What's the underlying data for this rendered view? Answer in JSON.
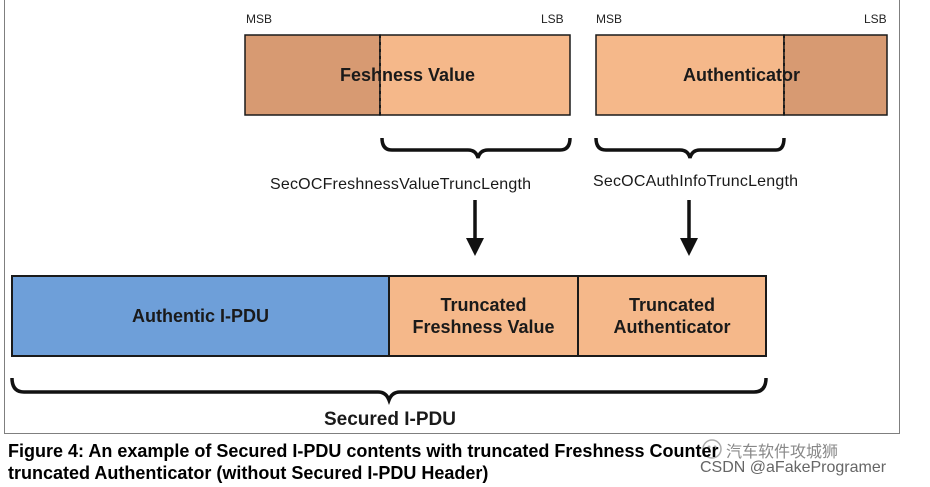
{
  "top": {
    "msb_label": "MSB",
    "lsb_label": "LSB",
    "freshness_value": "Feshness Value",
    "authenticator": "Authenticator",
    "freshness_trunc_length": "SecOCFreshnessValueTruncLength",
    "auth_trunc_length": "SecOCAuthInfoTruncLength"
  },
  "bottom": {
    "authentic_ipdu": "Authentic I-PDU",
    "truncated_freshness_line1": "Truncated",
    "truncated_freshness_line2": "Freshness Value",
    "truncated_auth_line1": "Truncated",
    "truncated_auth_line2": "Authenticator",
    "secured_ipdu": "Secured I-PDU"
  },
  "caption": {
    "line1": "Figure 4: An example of Secured I-PDU contents with truncated Freshness Counter",
    "line2": "truncated Authenticator (without Secured I-PDU Header)"
  },
  "watermark": {
    "line1": "汽车软件攻城狮",
    "line2": "CSDN @aFakeProgramer"
  },
  "colors": {
    "orange_light": "#f5b88a",
    "orange_dark": "#d79a72",
    "blue": "#6e9fd9"
  }
}
